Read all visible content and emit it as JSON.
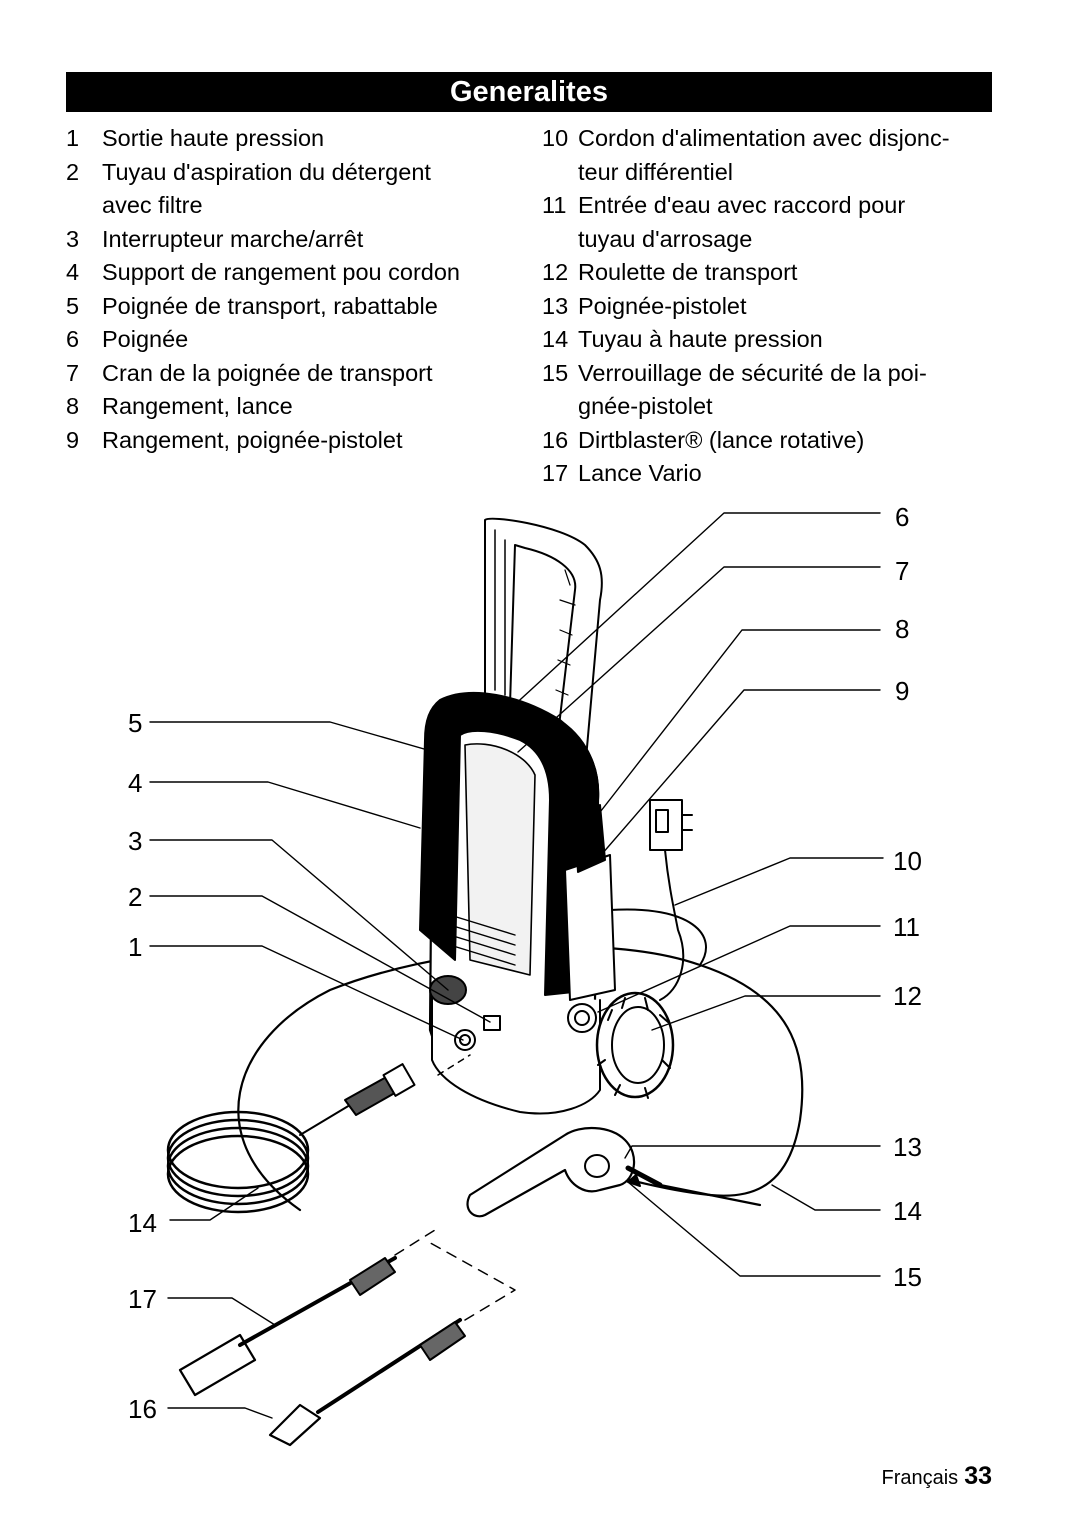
{
  "header": {
    "title": "Generalites"
  },
  "parts_left": [
    {
      "num": "1",
      "label": "Sortie haute pression"
    },
    {
      "num": "2",
      "label": "Tuyau d'aspiration du détergent\navec filtre"
    },
    {
      "num": "3",
      "label": "Interrupteur marche/arrêt"
    },
    {
      "num": "4",
      "label": "Support de rangement pou cordon"
    },
    {
      "num": "5",
      "label": "Poignée de transport, rabattable"
    },
    {
      "num": "6",
      "label": "Poignée"
    },
    {
      "num": "7",
      "label": "Cran de la poignée de transport"
    },
    {
      "num": "8",
      "label": "Rangement, lance"
    },
    {
      "num": "9",
      "label": "Rangement, poignée-pistolet"
    }
  ],
  "parts_right": [
    {
      "num": "10",
      "label": "Cordon d'alimentation avec disjonc-\nteur différentiel"
    },
    {
      "num": "11",
      "label": "Entrée d'eau avec raccord pour\ntuyau d'arrosage"
    },
    {
      "num": "12",
      "label": "Roulette de transport"
    },
    {
      "num": "13",
      "label": "Poignée-pistolet"
    },
    {
      "num": "14",
      "label": "Tuyau à haute pression"
    },
    {
      "num": "15",
      "label": "Verrouillage de sécurité de la poi-\ngnée-pistolet"
    },
    {
      "num": "16",
      "label": "Dirtblaster® (lance rotative)"
    },
    {
      "num": "17",
      "label": "Lance Vario"
    }
  ],
  "callouts": [
    "6",
    "7",
    "8",
    "9",
    "5",
    "4",
    "3",
    "2",
    "1",
    "10",
    "11",
    "12",
    "13",
    "14",
    "15",
    "14",
    "17",
    "16"
  ],
  "footer": {
    "language": "Français",
    "page": "33"
  }
}
